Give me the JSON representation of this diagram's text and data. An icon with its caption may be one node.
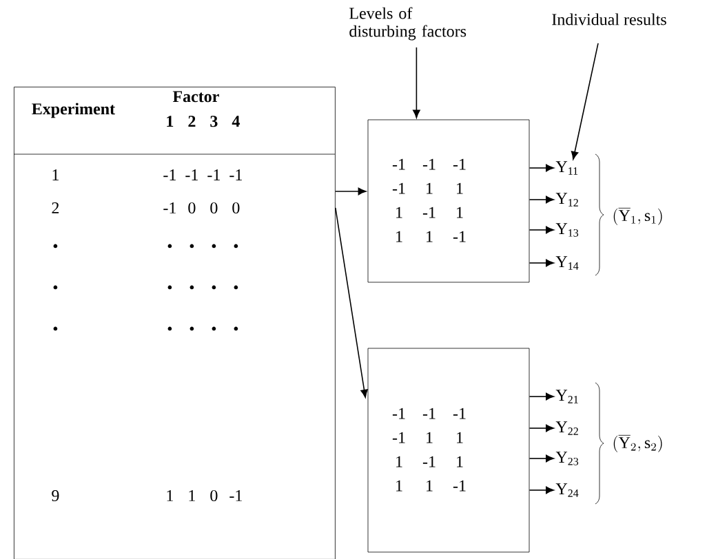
{
  "diagram": {
    "nodes": [
      {
        "text": [],
        "shape": "box"
      },
      {
        "text": [
          "Experiment",
          "Factor",
          "1",
          "2",
          "3",
          "4"
        ],
        "in": 0
      },
      {
        "text": [
          "1",
          "-1",
          "-1",
          "-1",
          "-1"
        ],
        "in": 0
      },
      {
        "text": [
          "2",
          "-1",
          "0",
          "0",
          "0"
        ],
        "in": 0
      },
      {
        "text": [
          "•",
          "•",
          "•",
          "•",
          "•"
        ],
        "in": 0
      },
      {
        "text": [
          "•",
          "•",
          "•",
          "•",
          "•"
        ],
        "in": 0
      },
      {
        "text": [
          "•",
          "•",
          "•",
          "•",
          "•"
        ],
        "in": 0
      },
      {
        "text": [
          "9",
          "1",
          "1",
          "0",
          "-1"
        ],
        "in": 0
      },
      {
        "text": [
          "-1",
          "-1",
          "-1",
          "-1",
          "1",
          "1",
          "1",
          "-1",
          "1",
          "1",
          "1",
          "-1"
        ]
      },
      {
        "text": [
          "-1",
          "-1",
          "-1",
          "-1",
          "1",
          "1",
          "1",
          "-1",
          "1",
          "1",
          "1",
          "-1"
        ]
      },
      {
        "text": [
          "Y$_{11}$"
        ]
      },
      {
        "text": [
          "Y$_{12}$"
        ]
      },
      {
        "text": [
          "Y$_{13}$"
        ]
      },
      {
        "text": [
          "Y$_{14}$"
        ]
      },
      {
        "text": [
          "Y$_{21}$"
        ]
      },
      {
        "text": [
          "Y$_{22}$"
        ]
      },
      {
        "text": [
          "Y$_{23}$"
        ]
      },
      {
        "text": [
          "Y$_{24}$"
        ]
      },
      {
        "text": [
          "Levels of disturbing factors"
        ]
      },
      {
        "text": [
          "Individual results"
        ]
      }
    ],
    "edges": [
      {
        "from": 0,
        "to": 8,
        "arrow": "to"
      },
      {
        "from": 0,
        "to": 9,
        "arrow": "to"
      },
      {
        "from": 18,
        "to": 8,
        "arrow": "to"
      },
      {
        "from": 19,
        "to": 10,
        "arrow": "to"
      },
      {
        "from": 8,
        "to": 10,
        "arrow": "to"
      },
      {
        "from": 8,
        "to": 11,
        "arrow": "to"
      },
      {
        "from": 8,
        "to": 12,
        "arrow": "to"
      },
      {
        "from": 8,
        "to": 13,
        "arrow": "to"
      },
      {
        "from": 9,
        "to": 14,
        "arrow": "to"
      },
      {
        "from": 9,
        "to": 15,
        "arrow": "to"
      },
      {
        "from": 9,
        "to": 16,
        "arrow": "to"
      },
      {
        "from": 9,
        "to": 17,
        "arrow": "to"
      }
    ],
    "labels": [
      "(\\overline{\\mathrm{Y}}_1,\\mathrm{s}_1)",
      "(\\overline{\\mathrm{Y}}_2,\\mathrm{s}_2)"
    ]
  }
}
